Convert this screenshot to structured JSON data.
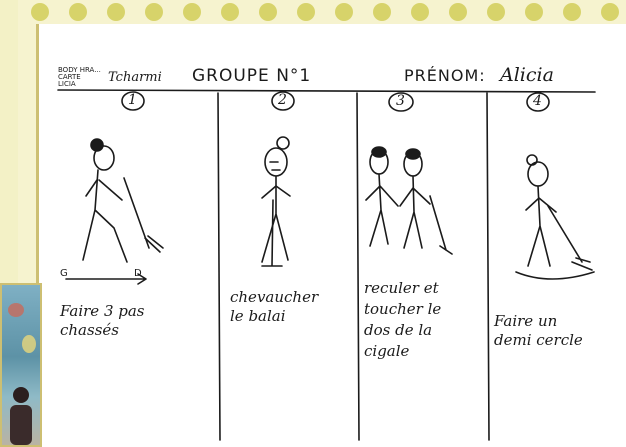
{
  "header": {
    "corner_note_lines": [
      "BODY HRA...",
      "CARTE",
      "LICIA"
    ],
    "corner_author": "Tcharmi",
    "group_label": "GROUPE N°1",
    "prenom_label": "PRÉNOM:",
    "prenom_value": "Alicia"
  },
  "steps": [
    {
      "number": "1",
      "caption_lines": [
        "Faire 3 pas",
        "chassés"
      ]
    },
    {
      "number": "2",
      "caption_lines": [
        "chevaucher",
        "le balai"
      ]
    },
    {
      "number": "3",
      "caption_lines": [
        "reculer et",
        "toucher le",
        "dos de la",
        "cigale"
      ]
    },
    {
      "number": "4",
      "caption_lines": [
        "Faire un",
        "demi cercle"
      ]
    }
  ],
  "diagram_labels": {
    "left": "G",
    "right": "D"
  },
  "colors": {
    "background": "#f3f1c6",
    "dots": "#d7d36a",
    "border": "#cdbf72",
    "ink": "#1b1b1b"
  }
}
